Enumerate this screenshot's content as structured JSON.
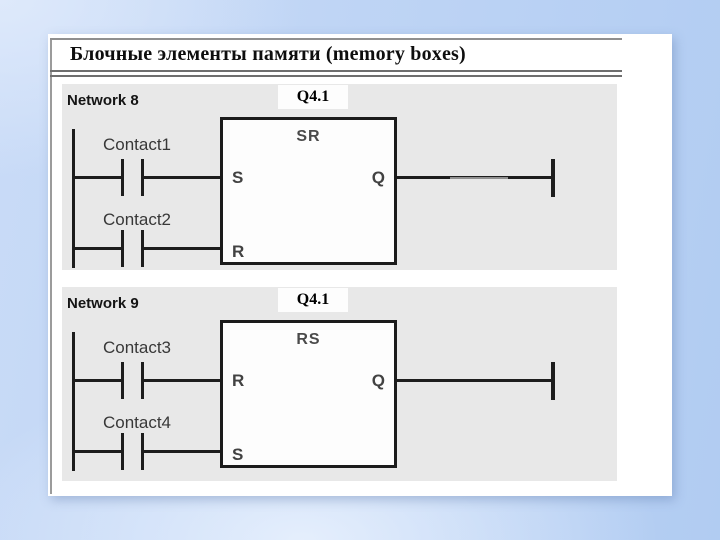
{
  "slide": {
    "title": "Блочные элементы памяти (memory boxes)"
  },
  "networks": [
    {
      "label": "Network 8",
      "address": "Q4.1",
      "box_type": "SR",
      "inputs": [
        {
          "contact": "Contact1",
          "pin": "S"
        },
        {
          "contact": "Contact2",
          "pin": "R"
        }
      ],
      "output_pin": "Q"
    },
    {
      "label": "Network 9",
      "address": "Q4.1",
      "box_type": "RS",
      "inputs": [
        {
          "contact": "Contact3",
          "pin": "R"
        },
        {
          "contact": "Contact4",
          "pin": "S"
        }
      ],
      "output_pin": "Q"
    }
  ],
  "colors": {
    "background_light": "#dfeafc",
    "background_deep": "#b1ccf2",
    "slide": "#ffffff",
    "panel": "#e8e8e8",
    "wire": "#1d1d1d",
    "rule": "#6e6e6e"
  }
}
